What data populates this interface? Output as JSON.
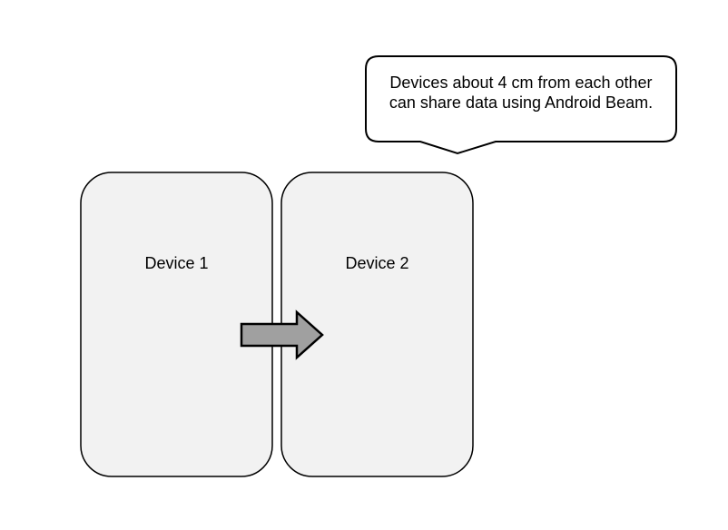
{
  "canvas": {
    "background": "#ffffff"
  },
  "callout": {
    "line1": "Devices about 4 cm from each other",
    "line2": "can share data using Android Beam.",
    "fill": "#ffffff",
    "border": "#000000"
  },
  "devices": [
    {
      "label": "Device 1"
    },
    {
      "label": "Device 2"
    }
  ],
  "device_style": {
    "fill": "#f2f2f2",
    "border": "#000000"
  },
  "arrow": {
    "direction": "right",
    "fill": "#a0a0a0",
    "border": "#000000"
  }
}
